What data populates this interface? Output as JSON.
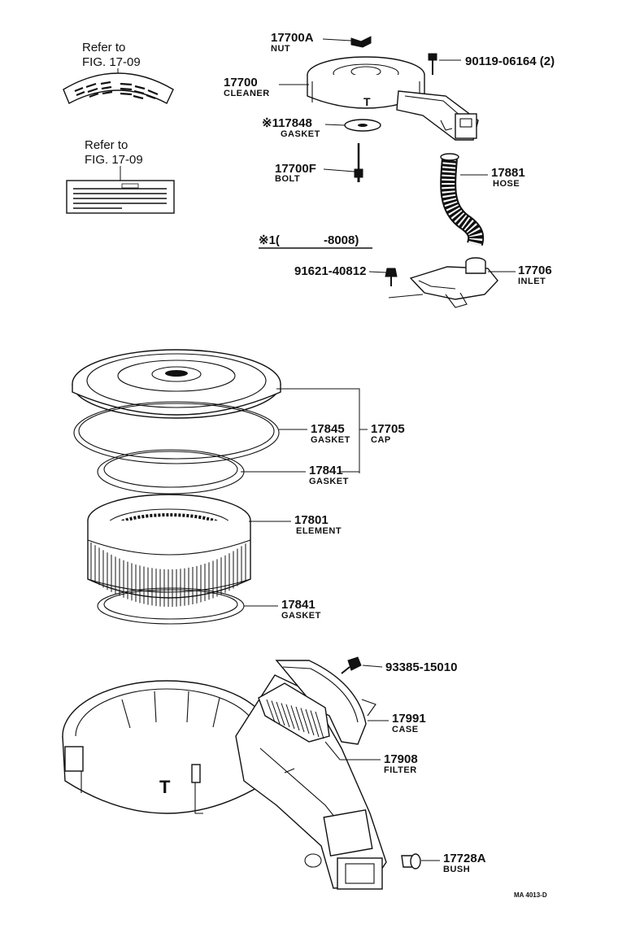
{
  "figure_code": "MA 4013-D",
  "refer_notes": [
    {
      "line1": "Refer to",
      "line2": "FIG. 17-09"
    },
    {
      "line1": "Refer to",
      "line2": "FIG. 17-09"
    }
  ],
  "serial_note": {
    "symbol": "※1(",
    "text": "-8008)"
  },
  "parts": {
    "p17700A": {
      "number": "17700A",
      "name": "NUT"
    },
    "p90119": {
      "number": "90119-06164 (2)",
      "name": ""
    },
    "p17700": {
      "number": "17700",
      "name": "CLEANER"
    },
    "p17848": {
      "number": "※117848",
      "name": "GASKET"
    },
    "p17700F": {
      "number": "17700F",
      "name": "BOLT"
    },
    "p17881": {
      "number": "17881",
      "name": "HOSE"
    },
    "p91621": {
      "number": "91621-40812",
      "name": ""
    },
    "p17706": {
      "number": "17706",
      "name": "INLET"
    },
    "p17845": {
      "number": "17845",
      "name": "GASKET"
    },
    "p17705": {
      "number": "17705",
      "name": "CAP"
    },
    "p17841a": {
      "number": "17841",
      "name": "GASKET"
    },
    "p17801": {
      "number": "17801",
      "name": "ELEMENT"
    },
    "p17841b": {
      "number": "17841",
      "name": "GASKET"
    },
    "p93385": {
      "number": "93385-15010",
      "name": ""
    },
    "p17991": {
      "number": "17991",
      "name": "CASE"
    },
    "p17908": {
      "number": "17908",
      "name": "FILTER"
    },
    "p17728A": {
      "number": "17728A",
      "name": "BUSH"
    }
  }
}
